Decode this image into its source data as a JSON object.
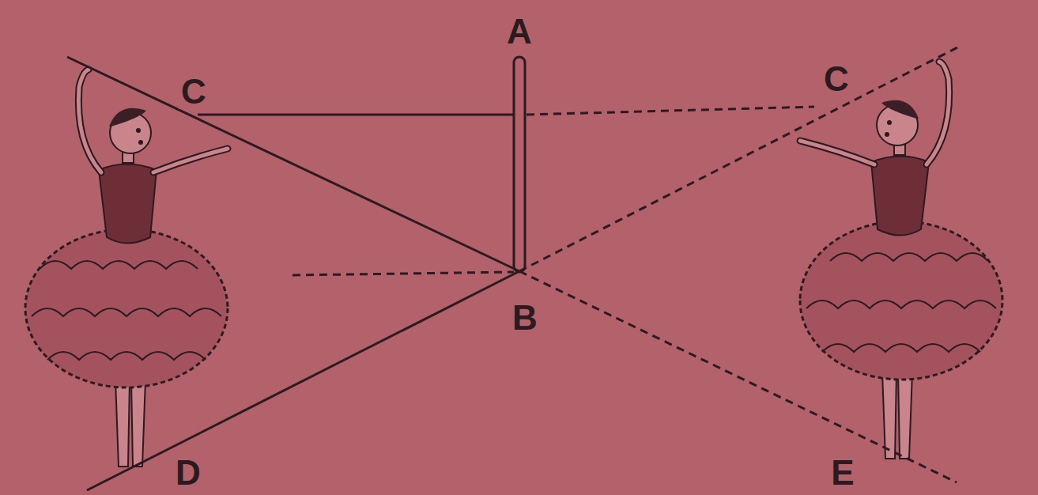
{
  "diagram": {
    "labels": [
      "A",
      "C",
      "C",
      "B",
      "D",
      "E"
    ]
  }
}
